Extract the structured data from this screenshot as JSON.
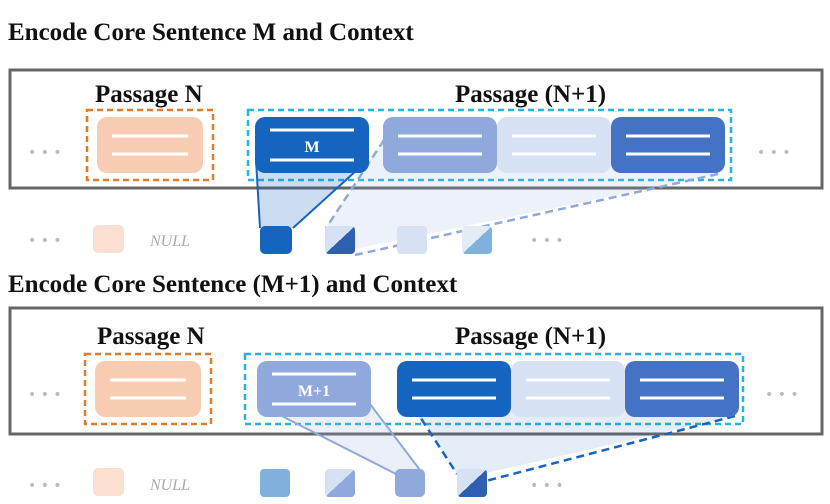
{
  "panel1": {
    "title": "Encode Core Sentence M and Context",
    "passage_prev": "Passage N",
    "passage_next": "Passage (N+1)",
    "core_label": "M",
    "null_label": "NULL",
    "ellipsis": "•  •  •"
  },
  "panel2": {
    "title": "Encode Core Sentence (M+1) and Context",
    "passage_prev": "Passage N",
    "passage_next": "Passage (N+1)",
    "core_label": "M+1",
    "null_label": "NULL",
    "ellipsis": "•  •  •"
  },
  "colors": {
    "border_gray": "#666666",
    "orange_fill": "#f8ccb2",
    "orange_dash": "#e07b2a",
    "cyan_dash": "#27b3e0",
    "dark_blue": "#1565c0",
    "mid_blue": "#4472c4",
    "light_blue": "#8fa9dc",
    "pale_blue": "#d6e1f3",
    "sky_blue": "#7fb1dc",
    "dots_gray": "#bbbbbb"
  }
}
